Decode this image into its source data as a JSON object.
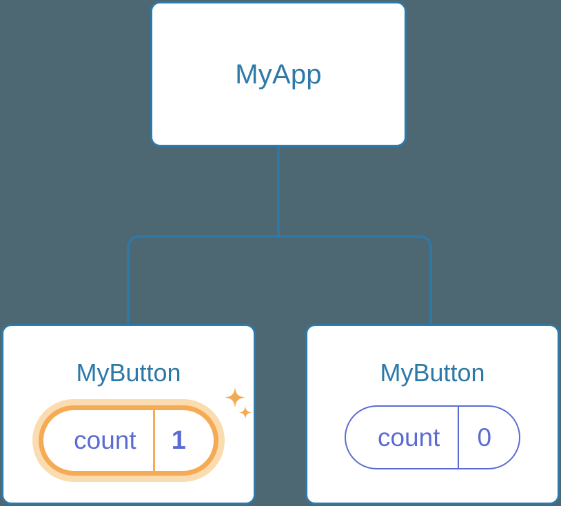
{
  "diagram": {
    "title": "component-tree",
    "background_color": "#4d6872",
    "connector_color": "#2d7aa8"
  },
  "root": {
    "label": "MyApp",
    "label_color": "#2d7aa8",
    "border_color": "#2d7aa8",
    "fill_color": "#ffffff"
  },
  "children": [
    {
      "label": "MyButton",
      "label_color": "#2d7aa8",
      "state": {
        "key": "count",
        "value": "1"
      },
      "highlighted": true,
      "highlight_color": "#f5ab55",
      "glow_color": "#fbdcb0",
      "state_text_color": "#5b6bd4",
      "sparkles": [
        {
          "name": "sparkle-large"
        },
        {
          "name": "sparkle-small"
        }
      ]
    },
    {
      "label": "MyButton",
      "label_color": "#2d7aa8",
      "state": {
        "key": "count",
        "value": "0"
      },
      "highlighted": false,
      "border_color": "#5b6bd4",
      "state_text_color": "#5b6bd4",
      "sparkles": []
    }
  ]
}
